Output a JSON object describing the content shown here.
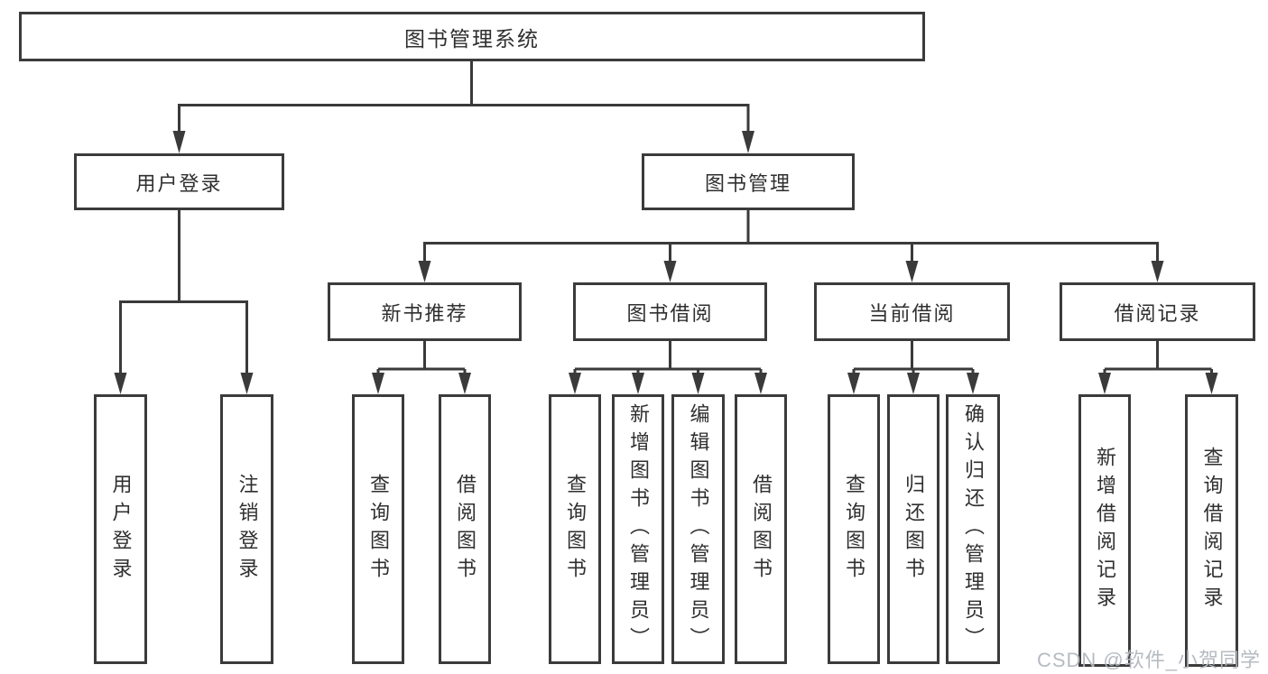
{
  "colors": {
    "line": "#3a3a3a",
    "border": "#3b3b3b",
    "text": "#2f2f2f",
    "watermark": "#b2b7be"
  },
  "watermark": "CSDN @软件_小贺同学",
  "tree": {
    "root": "图书管理系统",
    "branches": [
      {
        "label": "用户登录",
        "children": [
          "用户登录",
          "注销登录"
        ]
      },
      {
        "label": "图书管理",
        "groups": [
          {
            "label": "新书推荐",
            "children": [
              "查询图书",
              "借阅图书"
            ]
          },
          {
            "label": "图书借阅",
            "children": [
              "查询图书",
              "新增图书（管理员）",
              "编辑图书（管理员）",
              "借阅图书"
            ]
          },
          {
            "label": "当前借阅",
            "children": [
              "查询图书",
              "归还图书",
              "确认归还（管理员）"
            ]
          },
          {
            "label": "借阅记录",
            "children": [
              "新增借阅记录",
              "查询借阅记录"
            ]
          }
        ]
      }
    ]
  }
}
